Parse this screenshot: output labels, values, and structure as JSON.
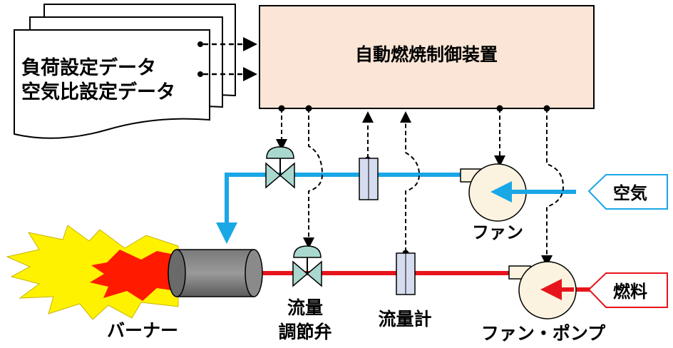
{
  "data_box": {
    "line1": "負荷設定データ",
    "line2": "空気比設定データ"
  },
  "controller": {
    "label": "自動燃焼制御装置"
  },
  "inputs": {
    "air": "空気",
    "fuel": "燃料"
  },
  "labels": {
    "fan": "ファン",
    "fan_pump": "ファン・ポンプ",
    "burner": "バーナー",
    "flow_valve_line1": "流量",
    "flow_valve_line2": "調節弁",
    "flow_meter": "流量計"
  },
  "colors": {
    "air_line": "#1aa7e6",
    "fuel_line": "#e8141b",
    "controller_fill": "#fbe5d6",
    "fan_fill": "#fbf3df",
    "valve_fill": "#a9d8cf",
    "meter_fill": "#d6dcf0"
  }
}
